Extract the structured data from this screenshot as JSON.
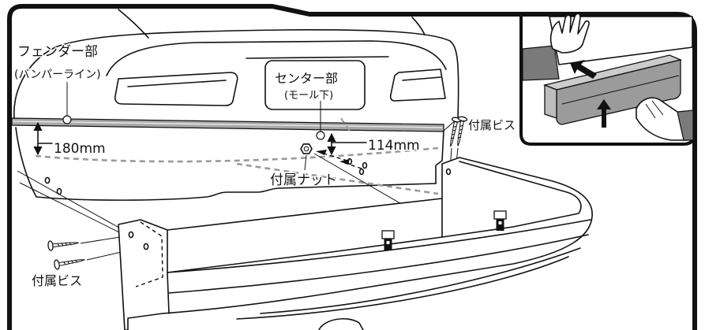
{
  "labels": {
    "fender_part": "フェンダー部",
    "fender_part_note": "(バンパーライン)",
    "center_part": "センター部",
    "center_part_note": "(モール下)",
    "fender_height": "180mm",
    "center_height": "114mm",
    "screws_upper": "付属ビス",
    "nut": "付属ナット",
    "screws_lower": "付属ビス"
  },
  "colors": {
    "line": "#111111",
    "molding": "#a8a8a8",
    "guide": "#9a9a9a",
    "inset-bumper": "#9b9b9b",
    "sleeve": "#7a7a7a",
    "bg": "#ffffff"
  }
}
